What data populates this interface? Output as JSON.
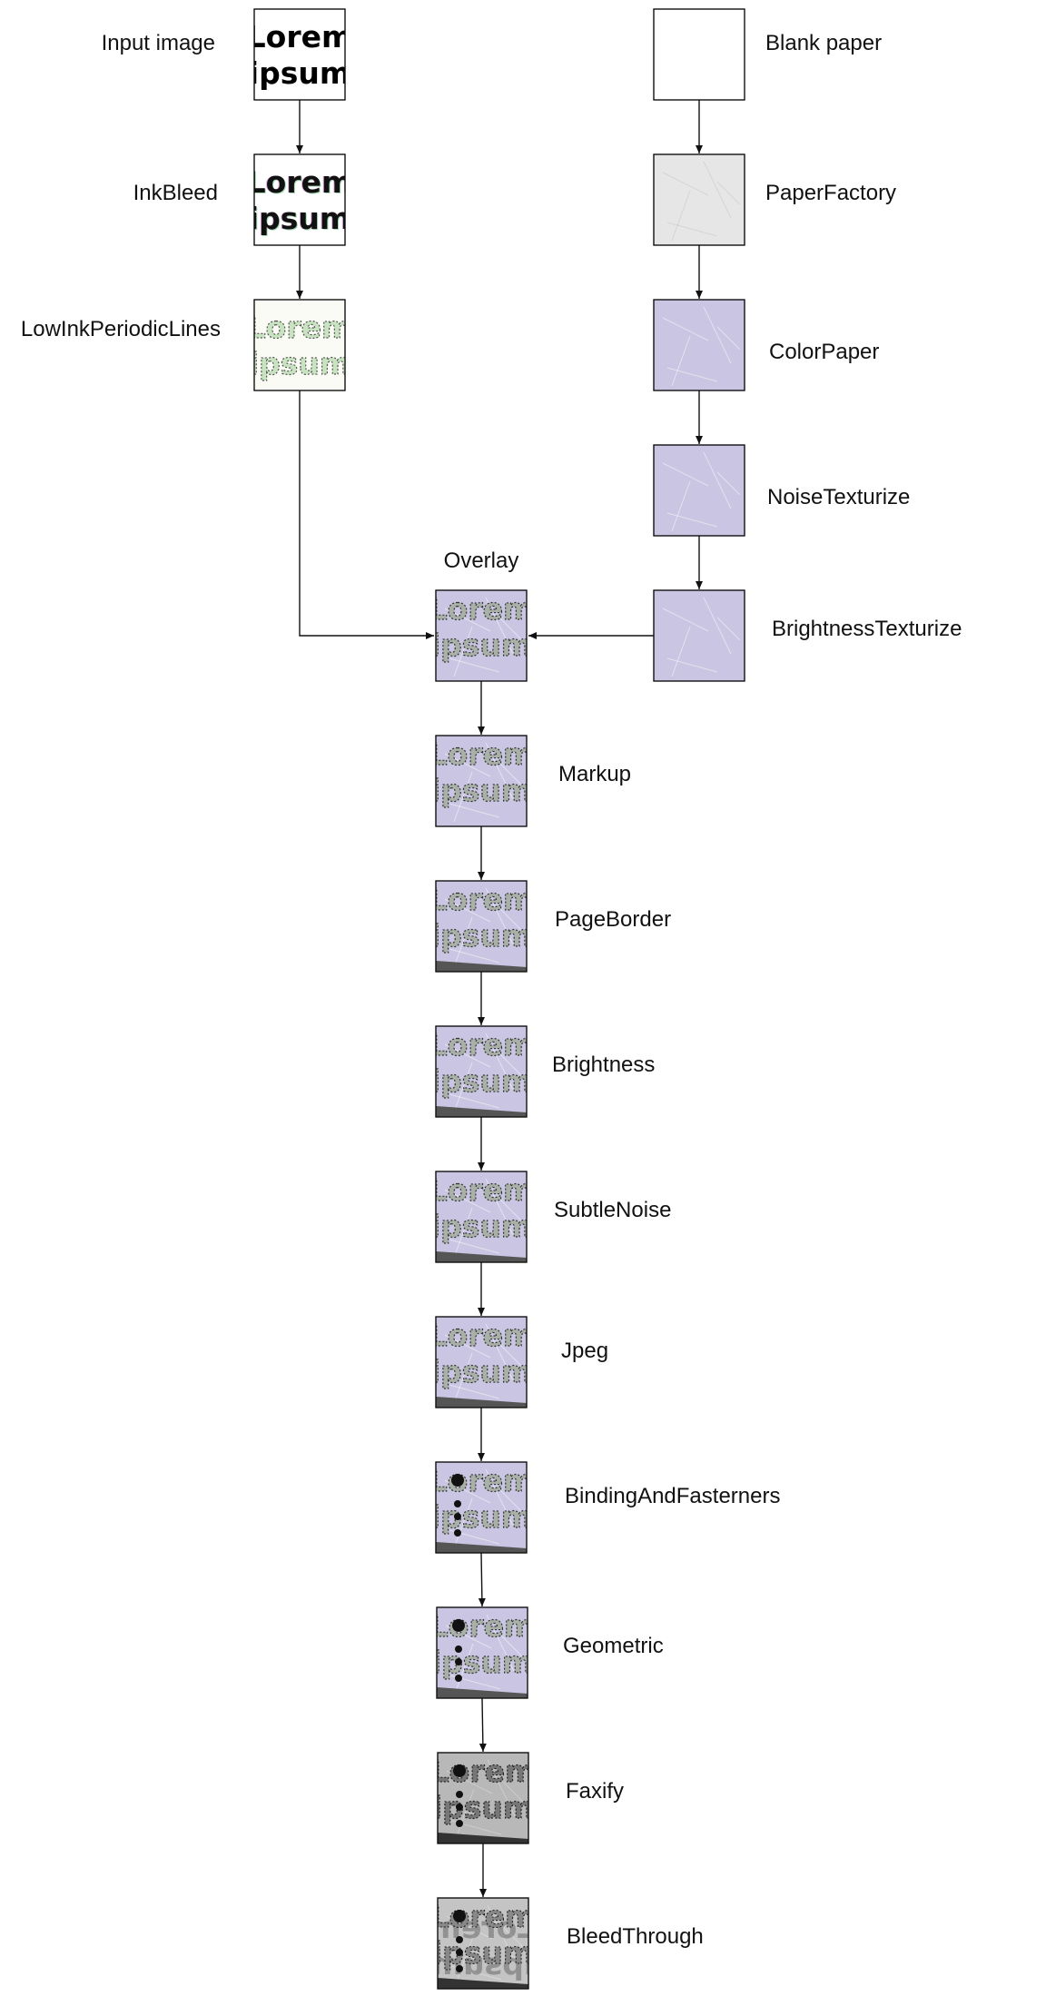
{
  "nodes": [
    {
      "id": "input",
      "label": "Input image",
      "sample_text": [
        "Lorem",
        "ipsum"
      ],
      "style": "clean"
    },
    {
      "id": "inkbleed",
      "label": "InkBleed",
      "sample_text": [
        "Lorem",
        "ipsum"
      ],
      "style": "inkbleed"
    },
    {
      "id": "lowink",
      "label": "LowInkPeriodicLines",
      "sample_text": [
        "Lorem",
        "ipsum"
      ],
      "style": "lowink"
    },
    {
      "id": "blank",
      "label": "Blank paper",
      "sample_text": [],
      "style": "blank"
    },
    {
      "id": "paperfactory",
      "label": "PaperFactory",
      "sample_text": [],
      "style": "paper"
    },
    {
      "id": "colorpaper",
      "label": "ColorPaper",
      "sample_text": [],
      "style": "colorpaper"
    },
    {
      "id": "noise",
      "label": "NoiseTexturize",
      "sample_text": [],
      "style": "colorpaper"
    },
    {
      "id": "brighttex",
      "label": "BrightnessTexturize",
      "sample_text": [],
      "style": "colorpaper"
    },
    {
      "id": "overlay",
      "label": "Overlay",
      "sample_text": [
        "Lorem",
        "ipsum"
      ],
      "style": "doc"
    },
    {
      "id": "markup",
      "label": "Markup",
      "sample_text": [
        "Lorem",
        "ipsum"
      ],
      "style": "doc"
    },
    {
      "id": "pageborder",
      "label": "PageBorder",
      "sample_text": [
        "Lorem",
        "ipsum"
      ],
      "style": "doc-border"
    },
    {
      "id": "brightness",
      "label": "Brightness",
      "sample_text": [
        "Lorem",
        "ipsum"
      ],
      "style": "doc-border"
    },
    {
      "id": "subtlenoise",
      "label": "SubtleNoise",
      "sample_text": [
        "Lorem",
        "ipsum"
      ],
      "style": "doc-border"
    },
    {
      "id": "jpeg",
      "label": "Jpeg",
      "sample_text": [
        "Lorem",
        "ipsum"
      ],
      "style": "doc-border"
    },
    {
      "id": "binding",
      "label": "BindingAndFasterners",
      "sample_text": [
        "Lorem",
        "ipsum"
      ],
      "style": "doc-holes"
    },
    {
      "id": "geometric",
      "label": "Geometric",
      "sample_text": [
        "Lorem",
        "ipsum"
      ],
      "style": "doc-holes"
    },
    {
      "id": "faxify",
      "label": "Faxify",
      "sample_text": [
        "Lorem",
        "ipsum"
      ],
      "style": "fax"
    },
    {
      "id": "bleedthrough",
      "label": "BleedThrough",
      "sample_text": [
        "Lorem",
        "ipsum"
      ],
      "style": "bleed"
    }
  ],
  "edges": [
    [
      "input",
      "inkbleed"
    ],
    [
      "inkbleed",
      "lowink"
    ],
    [
      "lowink",
      "overlay"
    ],
    [
      "blank",
      "paperfactory"
    ],
    [
      "paperfactory",
      "colorpaper"
    ],
    [
      "colorpaper",
      "noise"
    ],
    [
      "noise",
      "brighttex"
    ],
    [
      "brighttex",
      "overlay"
    ],
    [
      "overlay",
      "markup"
    ],
    [
      "markup",
      "pageborder"
    ],
    [
      "pageborder",
      "brightness"
    ],
    [
      "brightness",
      "subtlenoise"
    ],
    [
      "subtlenoise",
      "jpeg"
    ],
    [
      "jpeg",
      "binding"
    ],
    [
      "binding",
      "geometric"
    ],
    [
      "geometric",
      "faxify"
    ],
    [
      "faxify",
      "bleedthrough"
    ]
  ],
  "colors": {
    "stroke": "#111111",
    "ink": "#000000",
    "paper_gray": "#e6e6e6",
    "color_paper": "#c9c5e2",
    "fax_gray": "#b8b8b8",
    "border_dark": "#555555"
  }
}
